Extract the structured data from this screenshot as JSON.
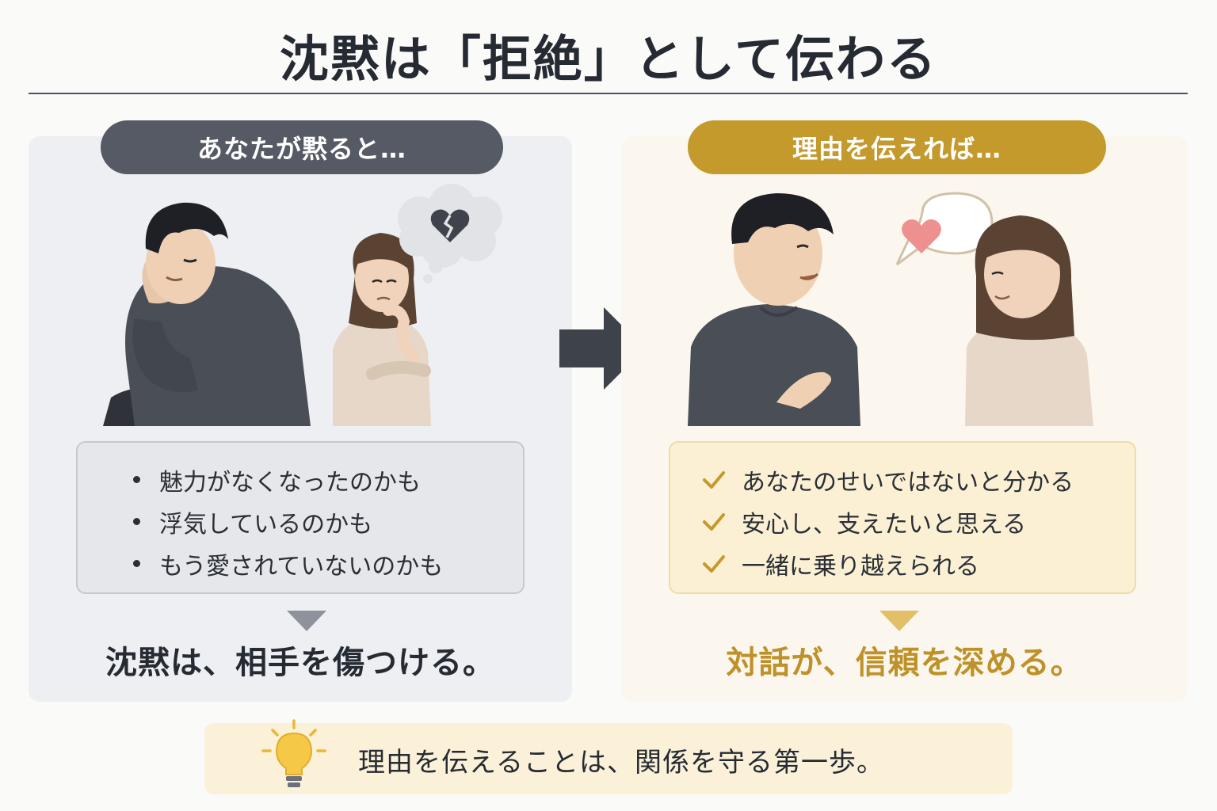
{
  "title": "沈黙は「拒絶」として伝わる",
  "left_panel": {
    "heading": "あなたが黙ると…",
    "items": [
      "魅力がなくなったのかも",
      "浮気しているのかも",
      "もう愛されていないのかも"
    ],
    "conclusion": "沈黙は、相手を傷つける。"
  },
  "right_panel": {
    "heading": "理由を伝えれば…",
    "items": [
      "あなたのせいではないと分かる",
      "安心し、支えたいと思える",
      "一緒に乗り越えられる"
    ],
    "conclusion": "対話が、信頼を深める。"
  },
  "footer": {
    "text": "理由を伝えることは、関係を守る第一歩。"
  },
  "colors": {
    "dark_accent": "#555a64",
    "gold_accent": "#c49a2c",
    "left_panel_bg": "#eeeff2",
    "right_panel_bg": "#fbf7ee"
  },
  "icons": {
    "left_thought": "broken-heart-icon",
    "right_speech": "heart-icon",
    "transition": "arrow-right-icon",
    "check": "check-icon",
    "footer": "lightbulb-icon"
  }
}
